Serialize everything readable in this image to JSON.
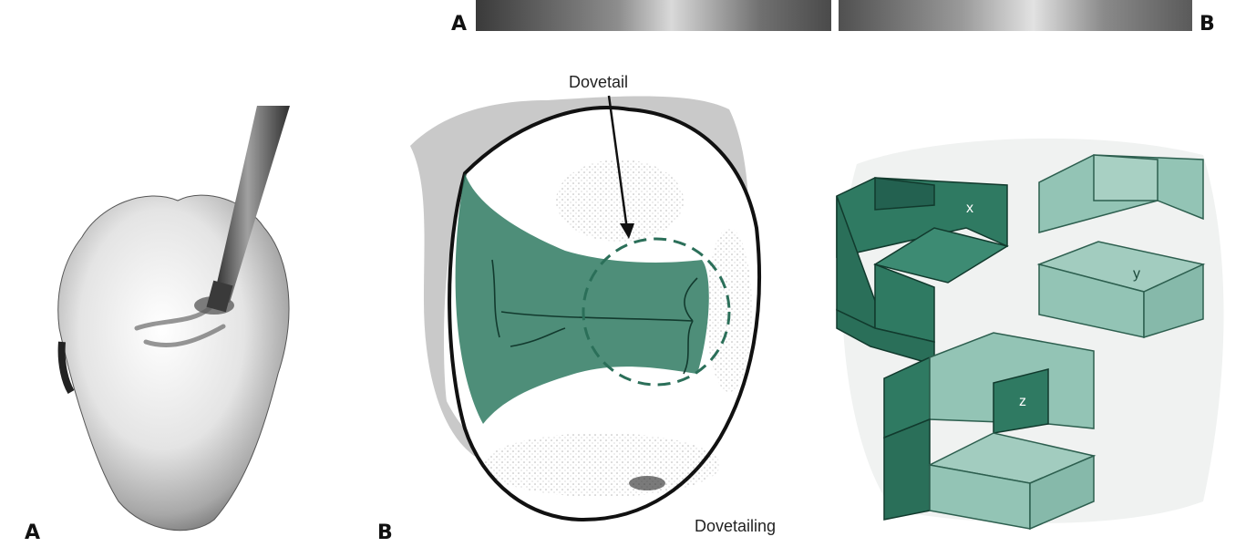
{
  "top_strip": {
    "left_letter": "A",
    "right_letter": "B"
  },
  "figure_a": {
    "letter": "A"
  },
  "figure_b": {
    "letter": "B",
    "dovetail_label": "Dovetail",
    "dovetailing_label": "Dovetailing"
  },
  "blocks": {
    "x_label": "x",
    "y_label": "y",
    "z_label": "z"
  },
  "colors": {
    "dark_green": "#2f7a62",
    "light_green": "#93c4b5",
    "gray_margin": "#c9c9c9",
    "dashed_circle": "#2b6f59",
    "photo_gray": "#9a9a9a"
  }
}
